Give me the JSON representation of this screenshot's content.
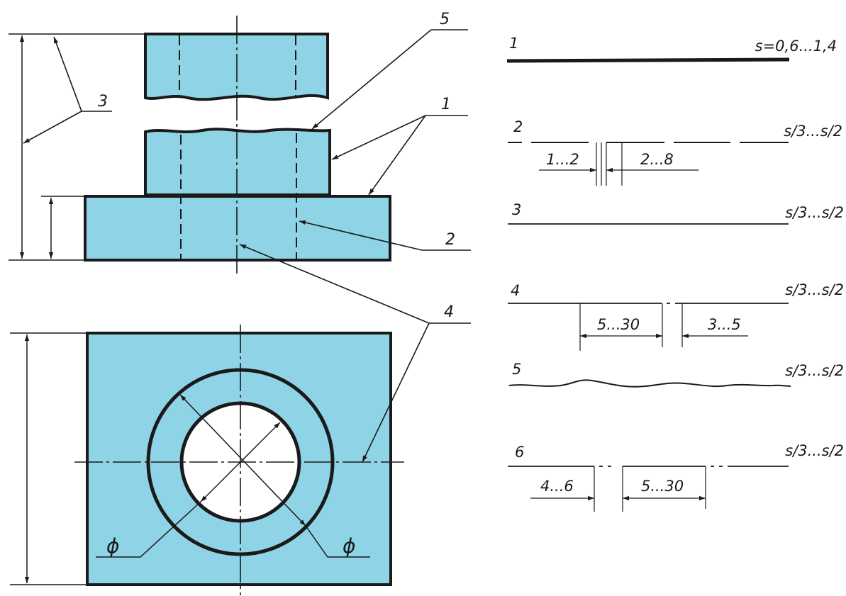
{
  "colors": {
    "fill": "#8fd3e6",
    "fill_light": "#a6dcec",
    "ink": "#1a1a1a",
    "background": "#ffffff"
  },
  "callouts": {
    "c1": "1",
    "c2": "2",
    "c3": "3",
    "c4": "4",
    "c5": "5"
  },
  "phi_symbol": "ϕ",
  "line_specs": [
    {
      "number": "1",
      "thickness": "s=0,6...1,4"
    },
    {
      "number": "2",
      "thickness": "s/3...s/2",
      "dim_a": "1...2",
      "dim_b": "2...8"
    },
    {
      "number": "3",
      "thickness": "s/3...s/2"
    },
    {
      "number": "4",
      "thickness": "s/3...s/2",
      "dim_a": "5...30",
      "dim_b": "3...5"
    },
    {
      "number": "5",
      "thickness": "s/3...s/2"
    },
    {
      "number": "6",
      "thickness": "s/3...s/2",
      "dim_a": "4...6",
      "dim_b": "5...30"
    }
  ]
}
